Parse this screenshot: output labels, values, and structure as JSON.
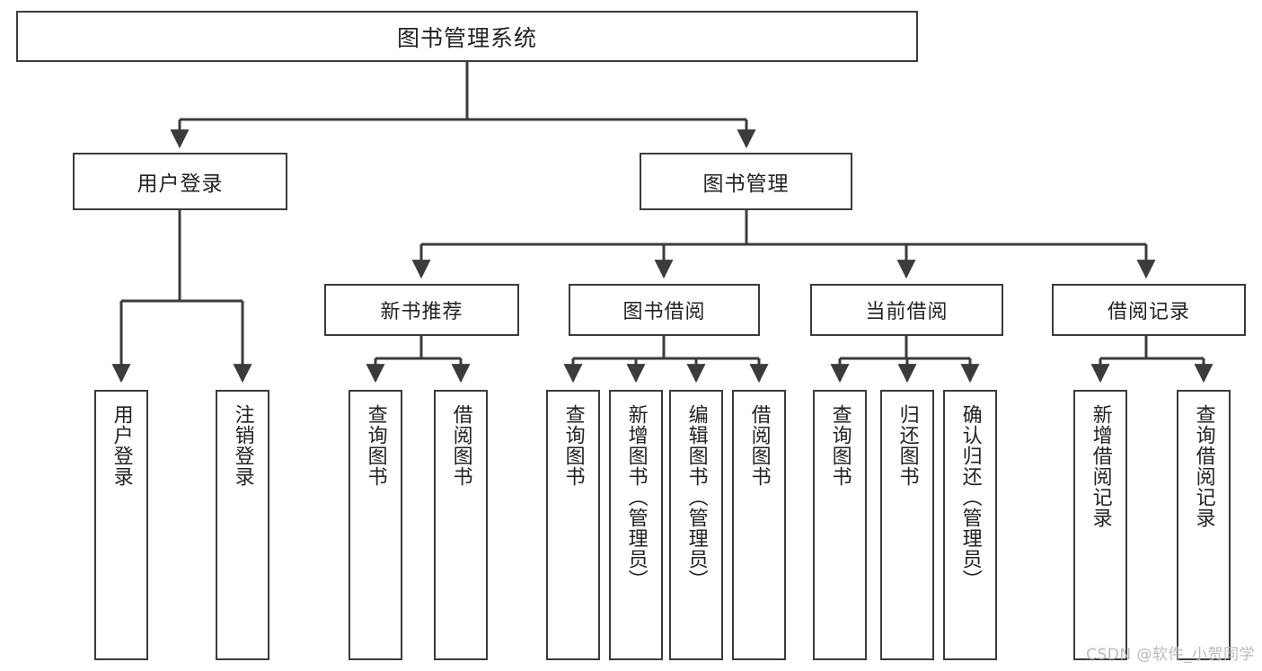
{
  "diagram": {
    "title": "图书管理系统",
    "type": "tree",
    "colors": {
      "box_border": "#3b3b3b",
      "box_fill": "#ffffff",
      "edge": "#3b3b3b",
      "text": "#222222",
      "watermark": "#b9b9b9",
      "background": "#ffffff"
    },
    "root": {
      "label": "图书管理系统"
    },
    "level2": [
      {
        "id": "user-login",
        "label": "用户登录"
      },
      {
        "id": "book-manage",
        "label": "图书管理"
      }
    ],
    "level3": [
      {
        "id": "new-book-rec",
        "label": "新书推荐"
      },
      {
        "id": "book-borrow",
        "label": "图书借阅"
      },
      {
        "id": "current-borrow",
        "label": "当前借阅"
      },
      {
        "id": "borrow-record",
        "label": "借阅记录"
      }
    ],
    "leaves": [
      {
        "id": "leaf-user-login",
        "label": "用户登录",
        "parent": "user-login"
      },
      {
        "id": "leaf-user-logout",
        "label": "注销登录",
        "parent": "user-login"
      },
      {
        "id": "leaf-query-book-1",
        "label": "查询图书",
        "parent": "new-book-rec"
      },
      {
        "id": "leaf-borrow-book-1",
        "label": "借阅图书",
        "parent": "new-book-rec"
      },
      {
        "id": "leaf-query-book-2",
        "label": "查询图书",
        "parent": "book-borrow"
      },
      {
        "id": "leaf-add-book",
        "label": "新增图书（管理员）",
        "parent": "book-borrow"
      },
      {
        "id": "leaf-edit-book",
        "label": "编辑图书（管理员）",
        "parent": "book-borrow"
      },
      {
        "id": "leaf-borrow-book-2",
        "label": "借阅图书",
        "parent": "book-borrow"
      },
      {
        "id": "leaf-query-book-3",
        "label": "查询图书",
        "parent": "current-borrow"
      },
      {
        "id": "leaf-return-book",
        "label": "归还图书",
        "parent": "current-borrow"
      },
      {
        "id": "leaf-confirm-return",
        "label": "确认归还（管理员）",
        "parent": "current-borrow"
      },
      {
        "id": "leaf-add-record",
        "label": "新增借阅记录",
        "parent": "borrow-record"
      },
      {
        "id": "leaf-query-record",
        "label": "查询借阅记录",
        "parent": "borrow-record"
      }
    ],
    "watermark": "CSDN @软件_小贺同学"
  }
}
